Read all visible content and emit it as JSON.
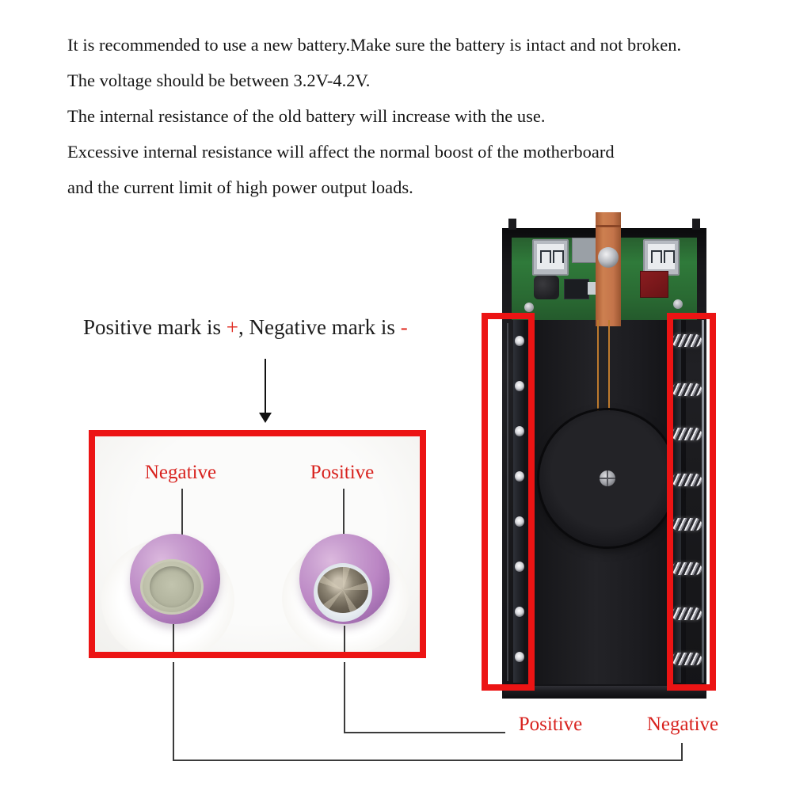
{
  "colors": {
    "highlight_red": "#ec1414",
    "label_red": "#d8231f",
    "battery_pink": "#bb86c4",
    "pcb_green": "#2f7a3a",
    "copper_orange": "#c5784d",
    "case_black": "#17171a",
    "connector_line_gray": "#3b3b3b"
  },
  "instructions": {
    "lines": [
      "It is recommended to use a new battery.Make sure the battery is intact and not broken.",
      "The voltage should be between 3.2V-4.2V.",
      "The internal resistance of the old battery will increase with the use.",
      "Excessive internal resistance will affect the normal boost of the motherboard",
      "and the current limit of high power output loads."
    ]
  },
  "polarity_note": {
    "part1": "Positive mark is ",
    "plus": "+",
    "part2": ", Negative mark is ",
    "minus": "-"
  },
  "battery_closeup": {
    "negative_label": "Negative",
    "positive_label": "Positive"
  },
  "case_contacts": {
    "positive_label": "Positive",
    "negative_label": "Negative"
  }
}
